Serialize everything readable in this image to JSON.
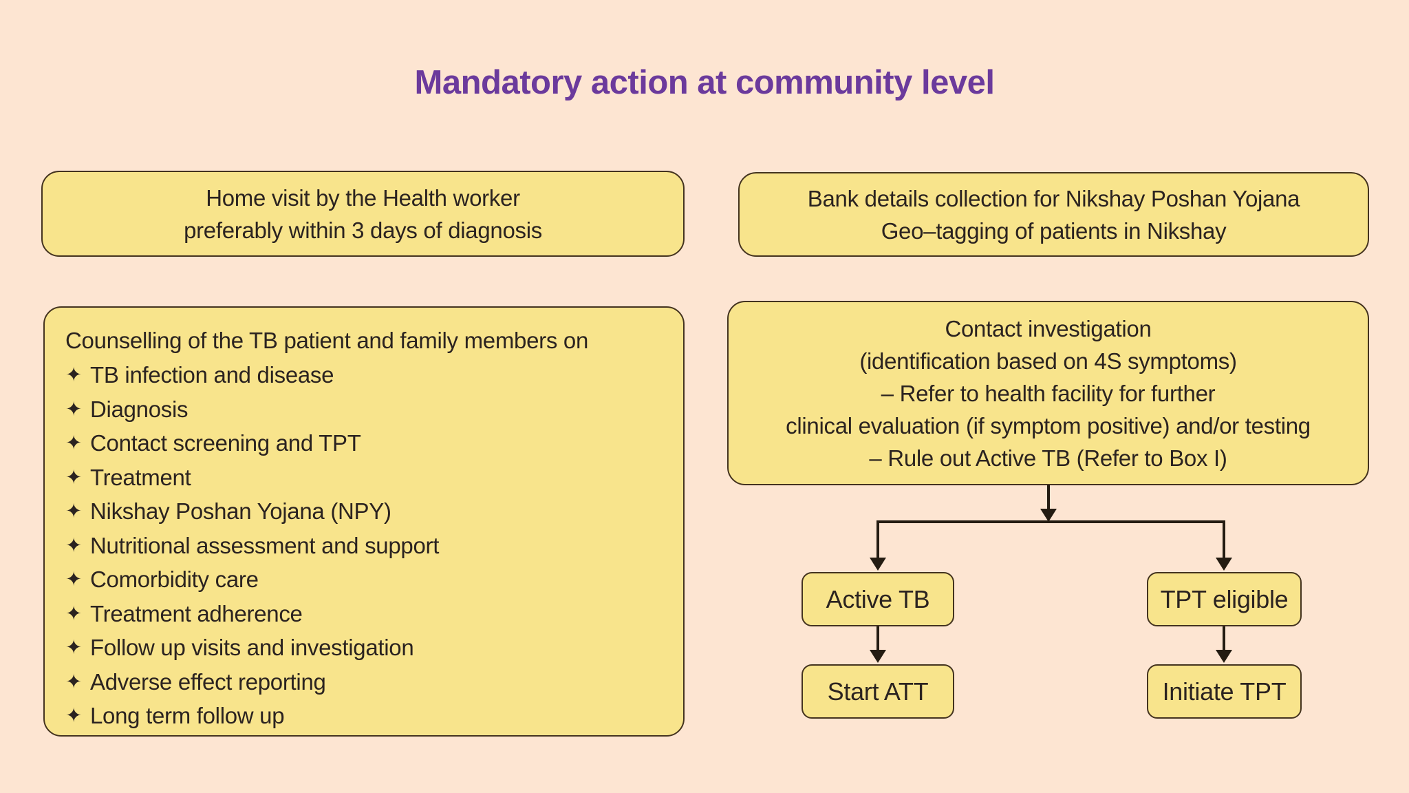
{
  "title": "Mandatory action at community level",
  "colors": {
    "background": "#fde5d2",
    "node_fill": "#f8e48c",
    "node_border": "#44331f",
    "text": "#2b2320",
    "title": "#6b3a9c",
    "arrow": "#241c12"
  },
  "nodes": {
    "home_visit": {
      "lines": [
        "Home visit by the Health worker",
        "preferably within 3 days of diagnosis"
      ]
    },
    "bank_details": {
      "lines": [
        "Bank details collection for Nikshay Poshan Yojana",
        "Geo–tagging of patients in Nikshay"
      ]
    },
    "counselling": {
      "heading": "Counselling of the TB patient and family members on",
      "bullet_glyph": "✦",
      "items": [
        "TB infection and disease",
        "Diagnosis",
        "Contact screening and TPT",
        "Treatment",
        "Nikshay Poshan Yojana (NPY)",
        "Nutritional assessment and support",
        "Comorbidity care",
        "Treatment adherence",
        "Follow up visits and investigation",
        "Adverse effect reporting",
        "Long term follow up"
      ]
    },
    "contact_investigation": {
      "lines": [
        "Contact investigation",
        "(identification based on 4S symptoms)",
        "– Refer to health facility for further",
        "clinical evaluation (if symptom positive) and/or testing",
        "– Rule out Active TB (Refer to Box I)"
      ]
    },
    "active_tb": {
      "label": "Active TB"
    },
    "tpt_eligible": {
      "label": "TPT eligible"
    },
    "start_att": {
      "label": "Start ATT"
    },
    "initiate_tpt": {
      "label": "Initiate TPT"
    }
  }
}
